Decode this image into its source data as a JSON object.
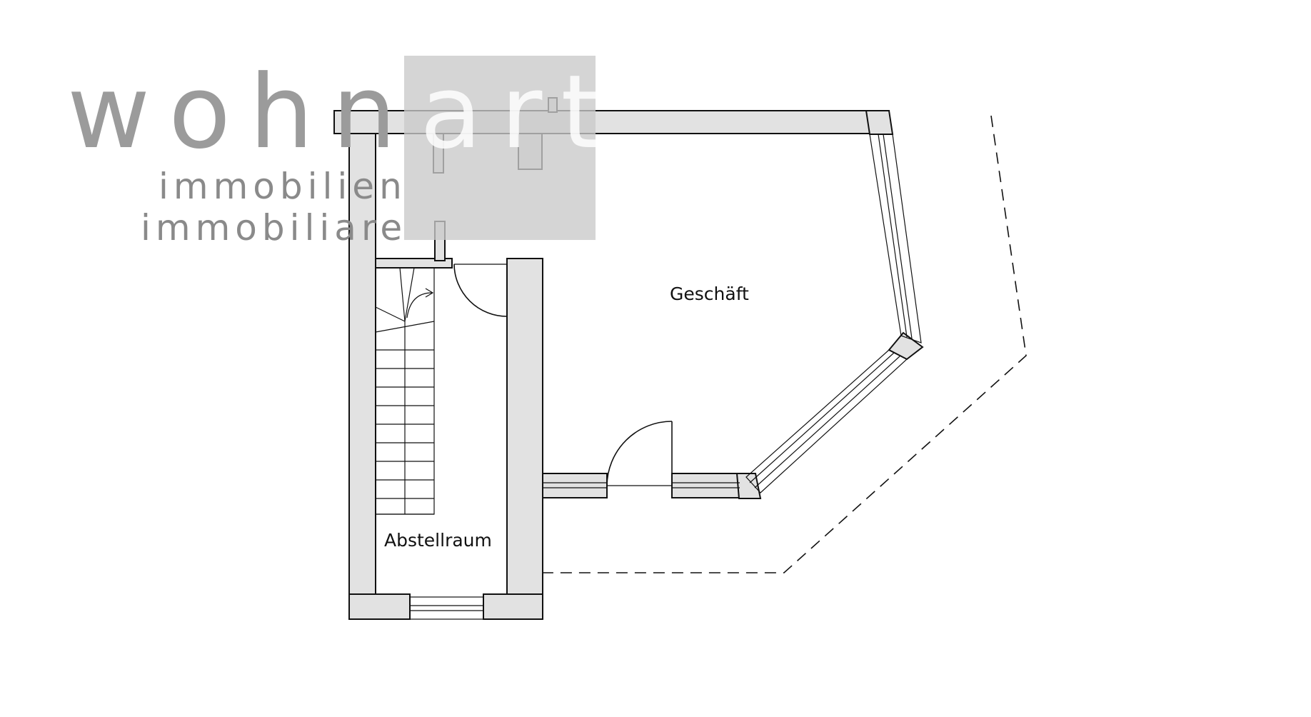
{
  "logo": {
    "part1": "wohn",
    "part2": "art",
    "line1": "immobilien",
    "line2": "immobiliare"
  },
  "rooms": {
    "shop": "Geschäft",
    "storage": "Abstellraum"
  }
}
